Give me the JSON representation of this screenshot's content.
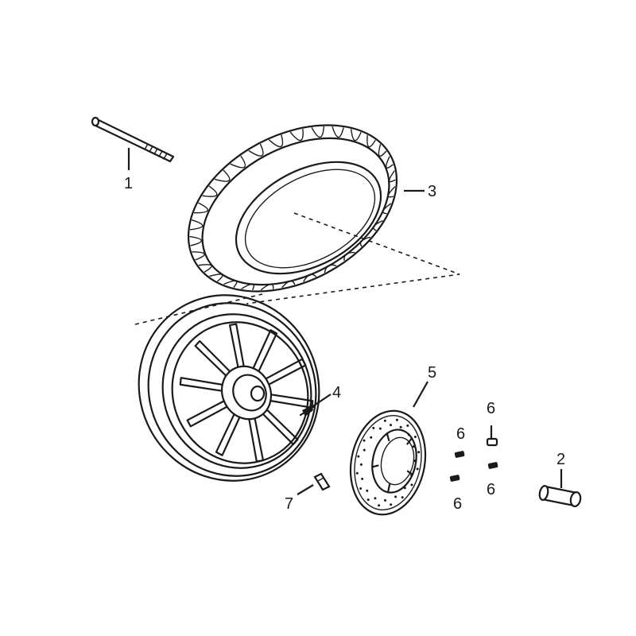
{
  "callouts": [
    {
      "id": "1",
      "label": "1",
      "part": "axle"
    },
    {
      "id": "2",
      "label": "2",
      "part": "spacer collar"
    },
    {
      "id": "3",
      "label": "3",
      "part": "tire"
    },
    {
      "id": "4",
      "label": "4",
      "part": "valve"
    },
    {
      "id": "5",
      "label": "5",
      "part": "brake disc"
    },
    {
      "id": "6a",
      "label": "6",
      "part": "disc bolt"
    },
    {
      "id": "6b",
      "label": "6",
      "part": "disc bolt"
    },
    {
      "id": "6c",
      "label": "6",
      "part": "disc bolt"
    },
    {
      "id": "6d",
      "label": "6",
      "part": "disc bolt"
    },
    {
      "id": "7",
      "label": "7",
      "part": "pin"
    }
  ],
  "colors": {
    "line": "#1a1a1a",
    "background": "#ffffff"
  }
}
